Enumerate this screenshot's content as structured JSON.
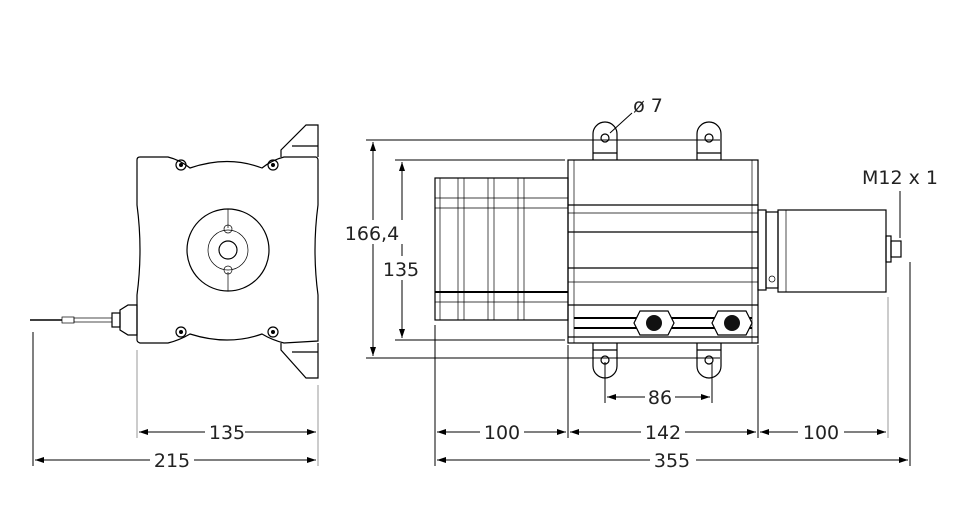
{
  "drawing": {
    "front_view": {
      "dim_width": "135",
      "dim_total_width": "215"
    },
    "side_view": {
      "dim_hole_diameter": "ø 7",
      "dim_overall_height": "166,4",
      "dim_body_height": "135",
      "dim_hole_spacing": "86",
      "dim_drum_length": "100",
      "dim_body_length": "142",
      "dim_encoder_length": "100",
      "dim_total_length": "355",
      "connector_label": "M12 x 1"
    },
    "colors": {
      "line": "#000000",
      "extension": "#999999",
      "background": "#ffffff"
    }
  }
}
